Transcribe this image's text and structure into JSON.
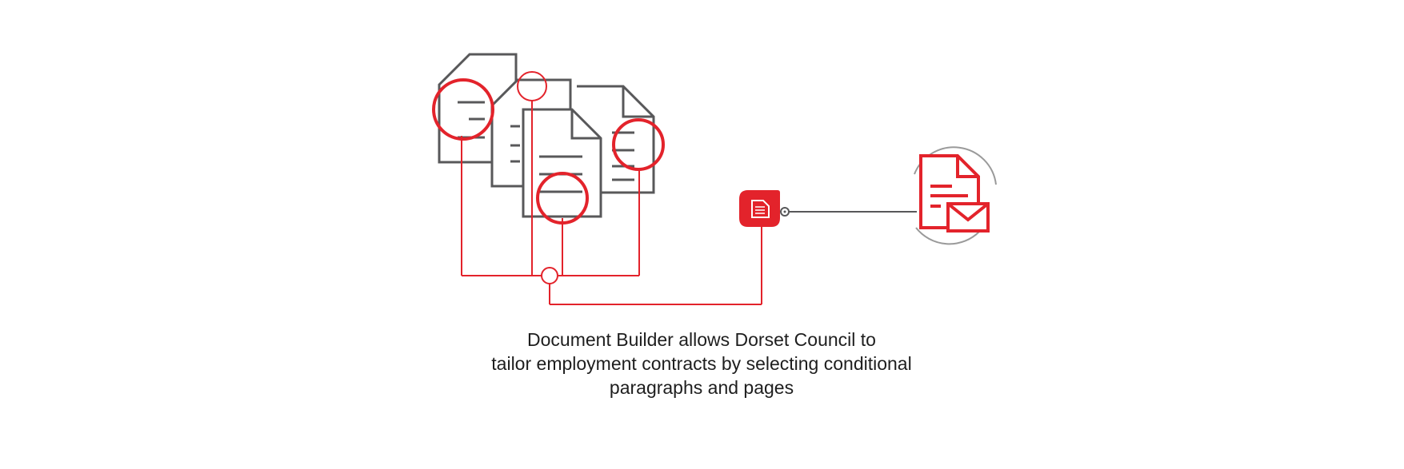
{
  "colors": {
    "accent": "#e3232b",
    "document_stroke": "#58585a",
    "text": "#1e1e1e",
    "background": "#ffffff"
  },
  "icons": {
    "source_documents": "document-outline-icon",
    "builder": "document-builder-icon",
    "output": "document-with-envelope-icon",
    "connector": "small-circle-node"
  },
  "caption": {
    "lines": [
      "Document Builder allows Dorset Council to",
      "tailor employment contracts by selecting conditional",
      "paragraphs and pages"
    ]
  }
}
